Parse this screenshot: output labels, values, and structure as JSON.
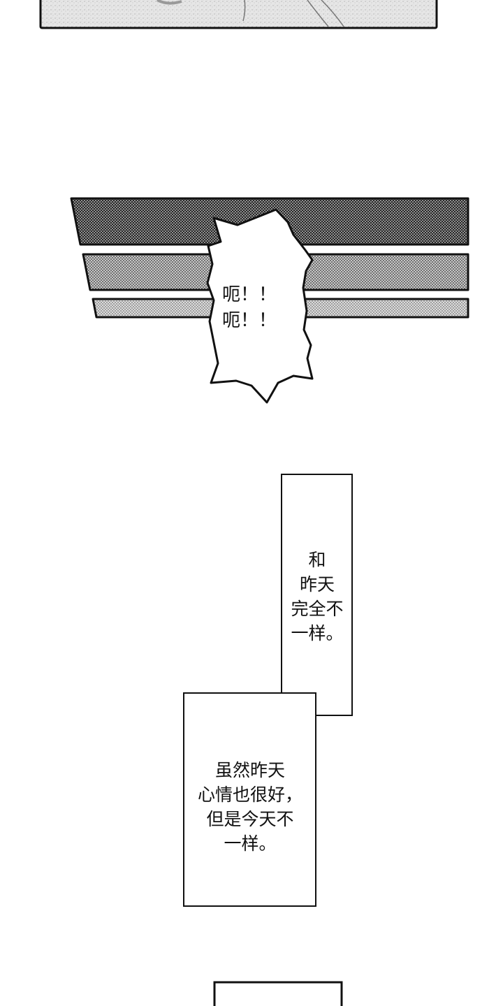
{
  "panels": {
    "shout": {
      "text": "呃！！\n呃！！"
    },
    "caption_top": {
      "text": "和\n昨天\n完全不\n一样。"
    },
    "caption_bottom": {
      "text": "虽然昨天\n心情也很好，\n但是今天不\n一样。"
    }
  },
  "colors": {
    "ink": "#111111",
    "paper": "#ffffff"
  }
}
